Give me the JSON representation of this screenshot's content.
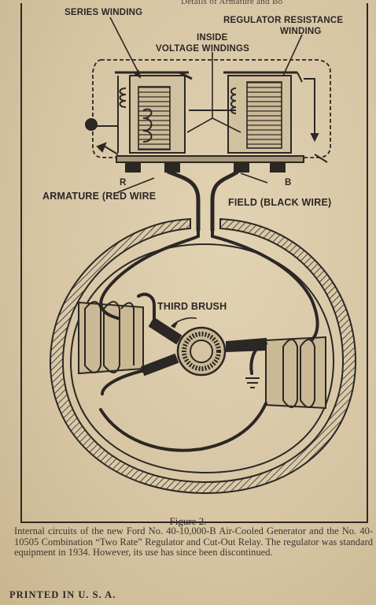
{
  "header": {
    "running_head": "Details of Armature and Bo"
  },
  "labels": {
    "series_winding": "SERIES WINDING",
    "regulator_resistance": "REGULATOR RESISTANCE",
    "winding": "WINDING",
    "inside": "INSIDE",
    "voltage_windings": "VOLTAGE WINDINGS",
    "r": "R",
    "b": "B",
    "armature_red_wire": "ARMATURE (RED WIRE",
    "field_black_wire": "FIELD (BLACK WIRE)",
    "third_brush": "THIRD BRUSH"
  },
  "caption": {
    "figure": "Figure 2.",
    "text": "Internal circuits of the new Ford No. 40-10,000-B Air-Cooled Generator and the No. 40-10505 Combination “Two Rate” Regulator and Cut-Out Relay. The regulator was standard equipment in 1934. However, its use has since been discontinued."
  },
  "footer": {
    "printed": "PRINTED IN U. S. A."
  },
  "colors": {
    "paper": "#d8c7a6",
    "ink": "#2b2724"
  }
}
